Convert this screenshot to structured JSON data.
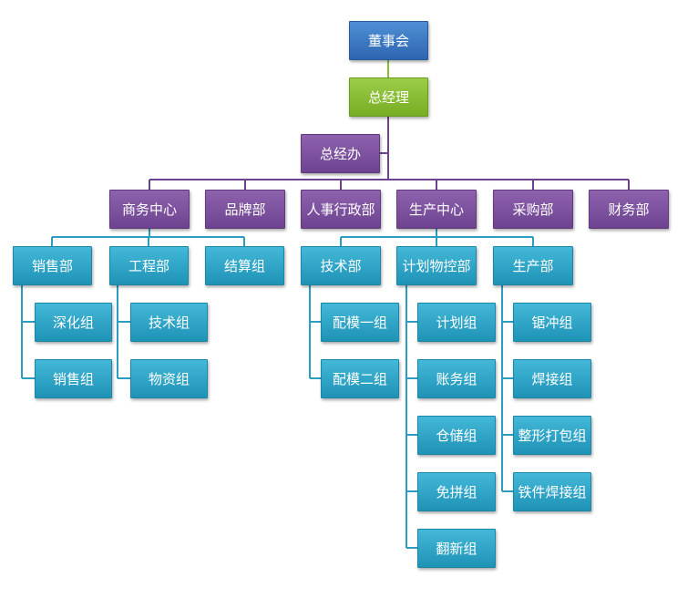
{
  "org": {
    "board": "董事会",
    "gm": "总经理",
    "gm_office": "总经办",
    "depts": {
      "business": "商务中心",
      "brand": "品牌部",
      "hr": "人事行政部",
      "production": "生产中心",
      "purchasing": "采购部",
      "finance": "财务部"
    },
    "business_units": {
      "sales": "销售部",
      "engineering": "工程部",
      "settlement": "结算组"
    },
    "sales_groups": [
      "深化组",
      "销售组"
    ],
    "engineering_groups": [
      "技术组",
      "物资组"
    ],
    "production_units": {
      "tech": "技术部",
      "planning": "计划物控部",
      "manufacturing": "生产部"
    },
    "tech_groups": [
      "配模一组",
      "配模二组"
    ],
    "planning_groups": [
      "计划组",
      "账务组",
      "仓储组",
      "免拼组",
      "翻新组"
    ],
    "manufacturing_groups": [
      "锯冲组",
      "焊接组",
      "整形打包组",
      "铁件焊接组"
    ]
  },
  "colors": {
    "top": "#3a78c4",
    "gm": "#88bf36",
    "dept": "#7d52a0",
    "unit": "#2fa6c8"
  }
}
